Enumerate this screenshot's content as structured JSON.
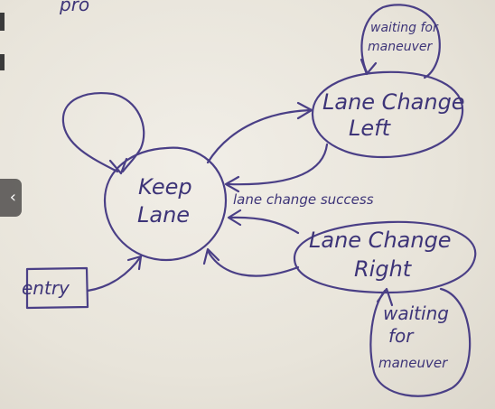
{
  "diagram": {
    "states": {
      "keep_lane": [
        "Keep",
        "Lane"
      ],
      "lane_change_left": [
        "Lane Change",
        "Left"
      ],
      "lane_change_right": [
        "Lane Change",
        "Right"
      ],
      "entry": "entry"
    },
    "loops": {
      "left_wait": [
        "waiting for",
        "maneuver"
      ],
      "right_wait": [
        "waiting",
        "for",
        "maneuver"
      ]
    },
    "transitions": {
      "success": "lane change success"
    },
    "top_fragment": "pro"
  },
  "viewer": {
    "back_glyph": "‹"
  },
  "ink_color": "#4a3f86"
}
